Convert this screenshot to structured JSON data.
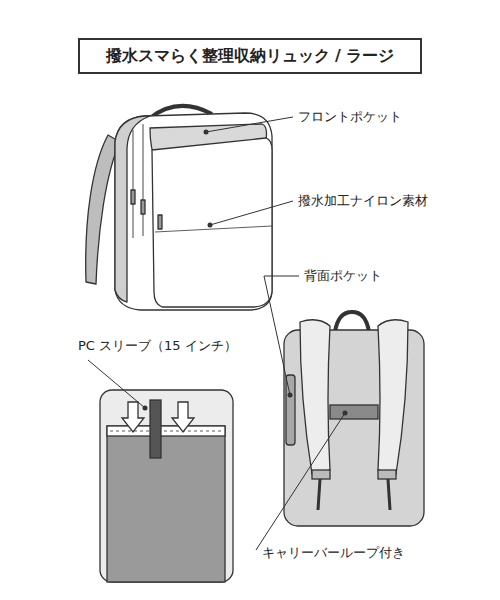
{
  "diagram": {
    "title": "撥水スマらく整理収納リュック / ラージ",
    "labels": [
      "フロントポケット",
      "撥水加工ナイロン素材",
      "背面ポケット",
      "PC スリーブ（15 インチ）",
      "キャリーバーループ付き"
    ]
  }
}
